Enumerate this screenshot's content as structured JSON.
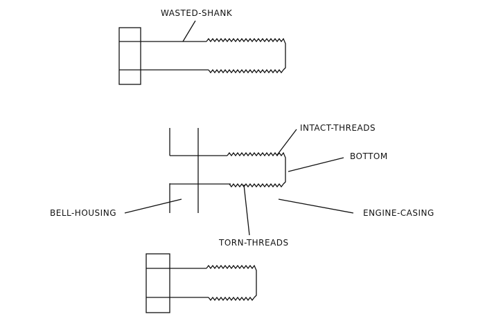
{
  "labels": {
    "wasted_shank": "WASTED-SHANK",
    "intact_threads": "INTACT-THREADS",
    "bottom": "BOTTOM",
    "bell_housing": "BELL-HOUSING",
    "engine_casing": "ENGINE-CASING",
    "torn_threads": "TORN-THREADS"
  },
  "colors": {
    "line": "#111111"
  }
}
